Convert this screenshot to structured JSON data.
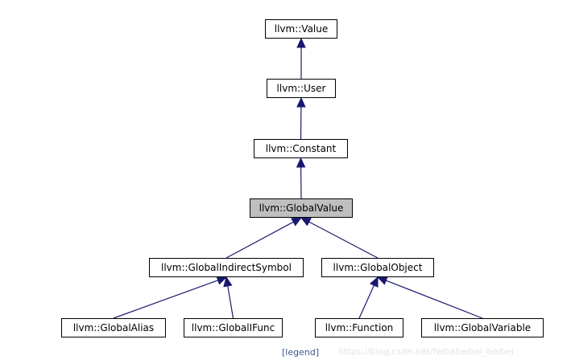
{
  "diagram": {
    "nodes": [
      {
        "id": "value",
        "label": "llvm::Value",
        "current": false
      },
      {
        "id": "user",
        "label": "llvm::User",
        "current": false
      },
      {
        "id": "constant",
        "label": "llvm::Constant",
        "current": false
      },
      {
        "id": "globalvalue",
        "label": "llvm::GlobalValue",
        "current": true
      },
      {
        "id": "globalindirectsymbol",
        "label": "llvm::GlobalIndirectSymbol",
        "current": false
      },
      {
        "id": "globalobject",
        "label": "llvm::GlobalObject",
        "current": false
      },
      {
        "id": "globalalias",
        "label": "llvm::GlobalAlias",
        "current": false
      },
      {
        "id": "globalifunc",
        "label": "llvm::GlobalIFunc",
        "current": false
      },
      {
        "id": "function",
        "label": "llvm::Function",
        "current": false
      },
      {
        "id": "globalvariable",
        "label": "llvm::GlobalVariable",
        "current": false
      }
    ],
    "edges": [
      {
        "from": "user",
        "to": "value"
      },
      {
        "from": "constant",
        "to": "user"
      },
      {
        "from": "globalvalue",
        "to": "constant"
      },
      {
        "from": "globalindirectsymbol",
        "to": "globalvalue"
      },
      {
        "from": "globalobject",
        "to": "globalvalue"
      },
      {
        "from": "globalalias",
        "to": "globalindirectsymbol"
      },
      {
        "from": "globalifunc",
        "to": "globalindirectsymbol"
      },
      {
        "from": "function",
        "to": "globalobject"
      },
      {
        "from": "globalvariable",
        "to": "globalobject"
      }
    ],
    "colors": {
      "edge": "#191970",
      "current_fill": "#bfbfbf",
      "node_border": "#000000"
    }
  },
  "legend": {
    "label": "[legend]"
  },
  "watermark": {
    "text": "https://blog.csdn.net/feibabeibei_beibei"
  }
}
